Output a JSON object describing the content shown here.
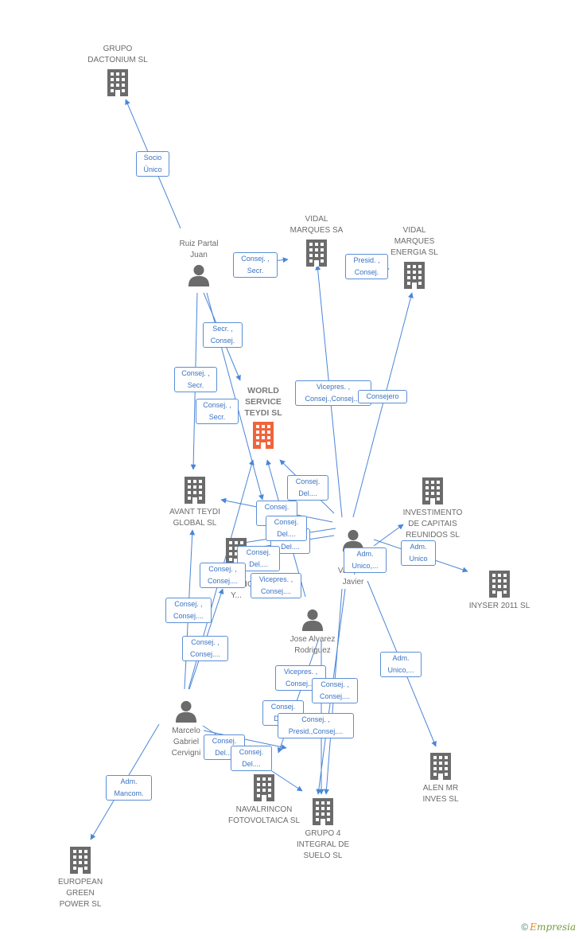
{
  "colors": {
    "company": "#6b6b6b",
    "focus_company": "#f0643c",
    "person": "#6b6b6b",
    "edge": "#4a86d8",
    "edge_label_text": "#3a72c4"
  },
  "nodes": [
    {
      "id": "grupo_dactonium",
      "type": "company",
      "lines": [
        "GRUPO",
        "DACTONIUM SL"
      ]
    },
    {
      "id": "ruiz_partal",
      "type": "person",
      "lines": [
        "Ruiz Partal",
        "Juan"
      ]
    },
    {
      "id": "vidal_marques_sa",
      "type": "company",
      "lines": [
        "VIDAL",
        "MARQUES SA"
      ]
    },
    {
      "id": "vidal_marques_energia",
      "type": "company",
      "lines": [
        "VIDAL",
        "MARQUES",
        "ENERGIA  SL"
      ]
    },
    {
      "id": "world_service_teydi",
      "type": "focus",
      "lines": [
        "WORLD",
        "SERVICE",
        "TEYDI SL"
      ]
    },
    {
      "id": "avant_teydi",
      "type": "company",
      "lines": [
        "AVANT TEYDI",
        "GLOBAL SL"
      ]
    },
    {
      "id": "investimento",
      "type": "company",
      "lines": [
        "INVESTIMENTO",
        "DE CAPITAIS",
        "REUNIDOS SL"
      ]
    },
    {
      "id": "inyser",
      "type": "company",
      "lines": [
        "INYSER 2011 SL"
      ]
    },
    {
      "id": "marques_vazquez",
      "type": "person",
      "lines": [
        "Ma...",
        "Vazquez",
        "Javier"
      ]
    },
    {
      "id": "electrica",
      "type": "company",
      "lines": [
        "...",
        "ELECTRICA",
        "Y..."
      ]
    },
    {
      "id": "jose_alvarez",
      "type": "person",
      "lines": [
        "Jose Alvarez",
        "Rodriguez"
      ]
    },
    {
      "id": "marcelo_cervigni",
      "type": "person",
      "lines": [
        "Marcelo",
        "Gabriel",
        "Cervigni"
      ]
    },
    {
      "id": "alen_mr",
      "type": "company",
      "lines": [
        "ALEN MR",
        "INVES SL"
      ]
    },
    {
      "id": "navalrincon",
      "type": "company",
      "lines": [
        "NAVALRINCON",
        "FOTOVOLTAICA SL"
      ]
    },
    {
      "id": "grupo4",
      "type": "company",
      "lines": [
        "GRUPO 4",
        "INTEGRAL DE",
        "SUELO SL"
      ]
    },
    {
      "id": "european_green",
      "type": "company",
      "lines": [
        "EUROPEAN",
        "GREEN",
        "POWER SL"
      ]
    }
  ],
  "edge_labels": [
    {
      "id": "l1",
      "lines": [
        "Socio",
        "Único"
      ]
    },
    {
      "id": "l2",
      "lines": [
        "Consej. ,",
        "Secr."
      ]
    },
    {
      "id": "l3",
      "lines": [
        "Presid. ,",
        "Consej."
      ]
    },
    {
      "id": "l4",
      "lines": [
        "Secr. ,",
        "Consej."
      ]
    },
    {
      "id": "l5",
      "lines": [
        "Consej. ,",
        "Secr."
      ]
    },
    {
      "id": "l6",
      "lines": [
        "Consej. ,",
        "Secr."
      ]
    },
    {
      "id": "l7",
      "lines": [
        "Vicepres. ,",
        "Consej.,Consej...."
      ]
    },
    {
      "id": "l8",
      "lines": [
        "Consejero"
      ]
    },
    {
      "id": "l9",
      "lines": [
        "Consej.",
        "Del...."
      ]
    },
    {
      "id": "l10",
      "lines": [
        "Consej.",
        "Del...."
      ]
    },
    {
      "id": "l11",
      "lines": [
        "Consej.",
        "Del...."
      ]
    },
    {
      "id": "l12",
      "lines": [
        "Consej.",
        "Del...."
      ]
    },
    {
      "id": "l13",
      "lines": [
        "Consej. ,",
        "Consej...."
      ]
    },
    {
      "id": "l14",
      "lines": [
        "Vicepres. ,",
        "Consej...."
      ]
    },
    {
      "id": "l15",
      "lines": [
        "Adm.",
        "Unico,..."
      ]
    },
    {
      "id": "l16",
      "lines": [
        "Adm.",
        "Unico"
      ]
    },
    {
      "id": "l17",
      "lines": [
        "Consej. ,",
        "Consej...."
      ]
    },
    {
      "id": "l18",
      "lines": [
        "Consej. ,",
        "Consej...."
      ]
    },
    {
      "id": "l19",
      "lines": [
        "Adm.",
        "Unico,..."
      ]
    },
    {
      "id": "l20",
      "lines": [
        "Vicepres. ,",
        "Consej...."
      ]
    },
    {
      "id": "l21",
      "lines": [
        "Consej. ,",
        "Consej...."
      ]
    },
    {
      "id": "l22",
      "lines": [
        "Consej.",
        "Del...."
      ]
    },
    {
      "id": "l23",
      "lines": [
        "Consej. ,",
        "Presid.,Consej...."
      ]
    },
    {
      "id": "l24",
      "lines": [
        "Consej.",
        "Del...."
      ]
    },
    {
      "id": "l25",
      "lines": [
        "Consej.",
        "Del...."
      ]
    },
    {
      "id": "l26",
      "lines": [
        "Adm.",
        "Mancom."
      ]
    },
    {
      "id": "l27",
      "lines": [
        "Consej.",
        "Del...."
      ]
    }
  ],
  "footer": {
    "copyright": "©",
    "brand_first": "E",
    "brand_rest": "mpresia"
  }
}
